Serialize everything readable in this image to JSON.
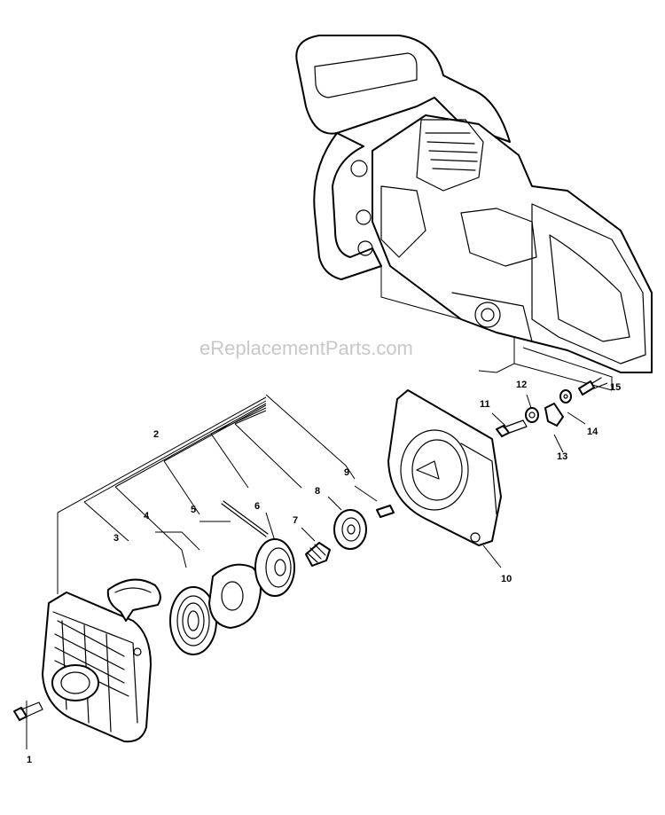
{
  "watermark": "eReplacementParts.com",
  "callouts": {
    "c1": "1",
    "c2": "2",
    "c3": "3",
    "c4": "4",
    "c5": "5",
    "c6": "6",
    "c7": "7",
    "c8": "8",
    "c9": "9",
    "c10": "10",
    "c11": "11",
    "c12": "12",
    "c13": "13",
    "c14": "14",
    "c15": "15"
  }
}
